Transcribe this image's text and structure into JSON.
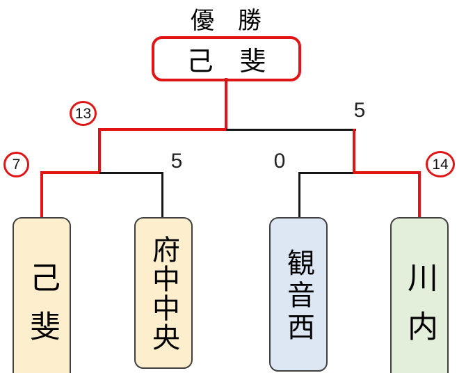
{
  "title": "優　勝",
  "champion_box": {
    "name": "己　斐"
  },
  "final": {
    "winner_score": "13",
    "loser_score": "5"
  },
  "semifinal_left": {
    "winner_score": "7",
    "loser_score": "5"
  },
  "semifinal_right": {
    "loser_score": "0",
    "winner_score": "14"
  },
  "teams": [
    {
      "name": "己斐",
      "color": "#FDEFCD"
    },
    {
      "name": "府中中央",
      "color": "#FDEFCD"
    },
    {
      "name": "観音西",
      "color": "#DCE7F3"
    },
    {
      "name": "川内",
      "color": "#E3EEDB"
    }
  ],
  "colors": {
    "winner_path_red": "#E01414",
    "bracket_line_black": "#161616",
    "score_circle_ring": "#E01414"
  }
}
